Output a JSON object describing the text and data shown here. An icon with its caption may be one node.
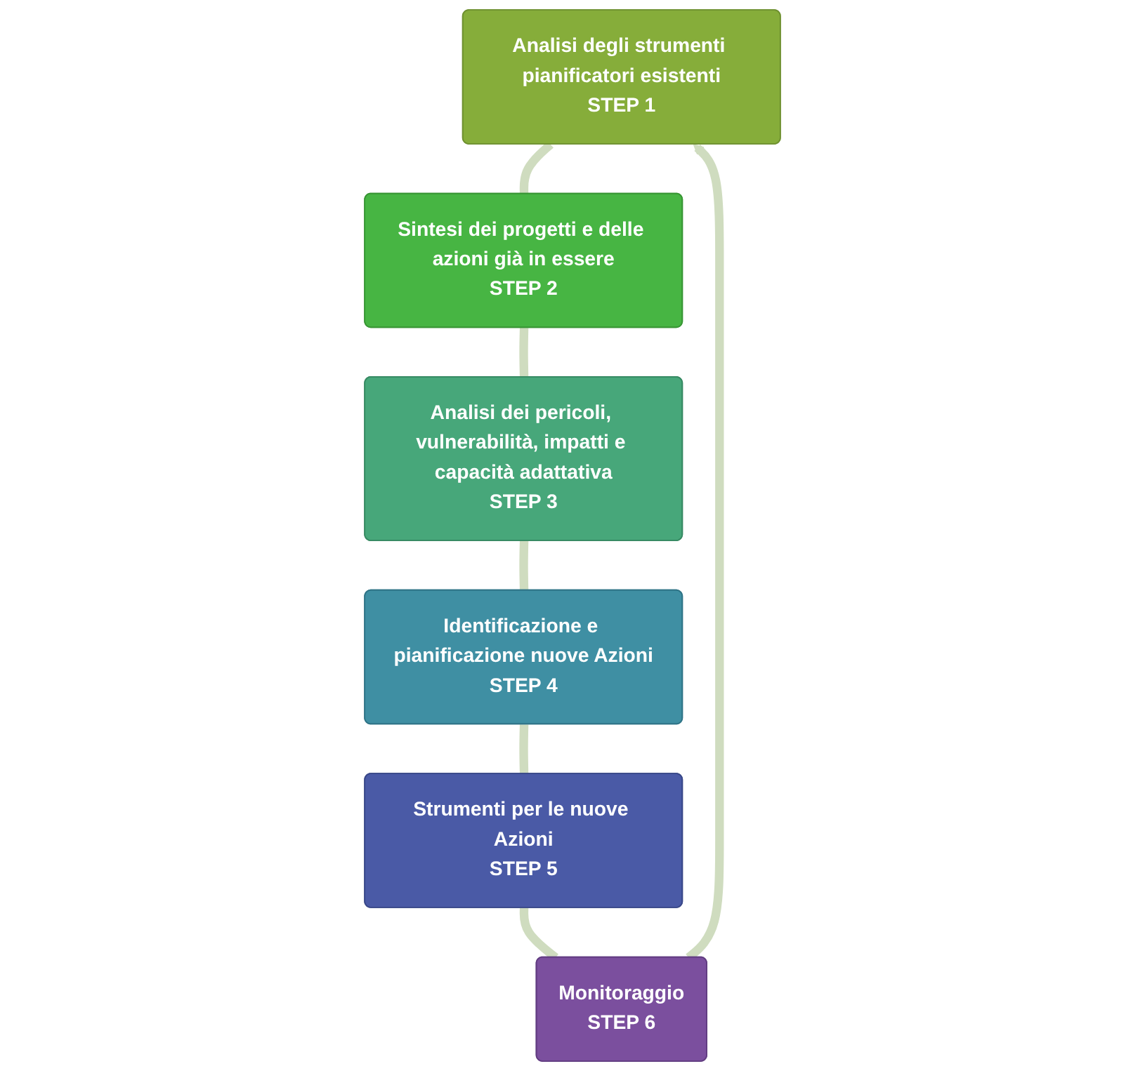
{
  "diagram": {
    "nodes": [
      {
        "text": [
          "Analisi degli strumenti pianificatori esistenti",
          "STEP 1"
        ]
      },
      {
        "text": [
          "Sintesi dei progetti e delle azioni già in essere",
          "STEP 2"
        ]
      },
      {
        "text": [
          "Analisi dei pericoli, vulnerabilità, impatti e capacità adattativa",
          "STEP 3"
        ]
      },
      {
        "text": [
          "Identificazione e pianificazione nuove Azioni",
          "STEP 4"
        ]
      },
      {
        "text": [
          "Strumenti per le nuove Azioni",
          "STEP 5"
        ]
      },
      {
        "text": [
          "Monitoraggio",
          "STEP 6"
        ]
      }
    ],
    "edges": [
      {
        "from": 0,
        "to": 1,
        "arrow": "none"
      },
      {
        "from": 1,
        "to": 2,
        "arrow": "none"
      },
      {
        "from": 2,
        "to": 3,
        "arrow": "none"
      },
      {
        "from": 3,
        "to": 4,
        "arrow": "none"
      },
      {
        "from": 4,
        "to": 5,
        "arrow": "none"
      },
      {
        "from": 5,
        "to": 0,
        "arrow": "to"
      }
    ]
  }
}
